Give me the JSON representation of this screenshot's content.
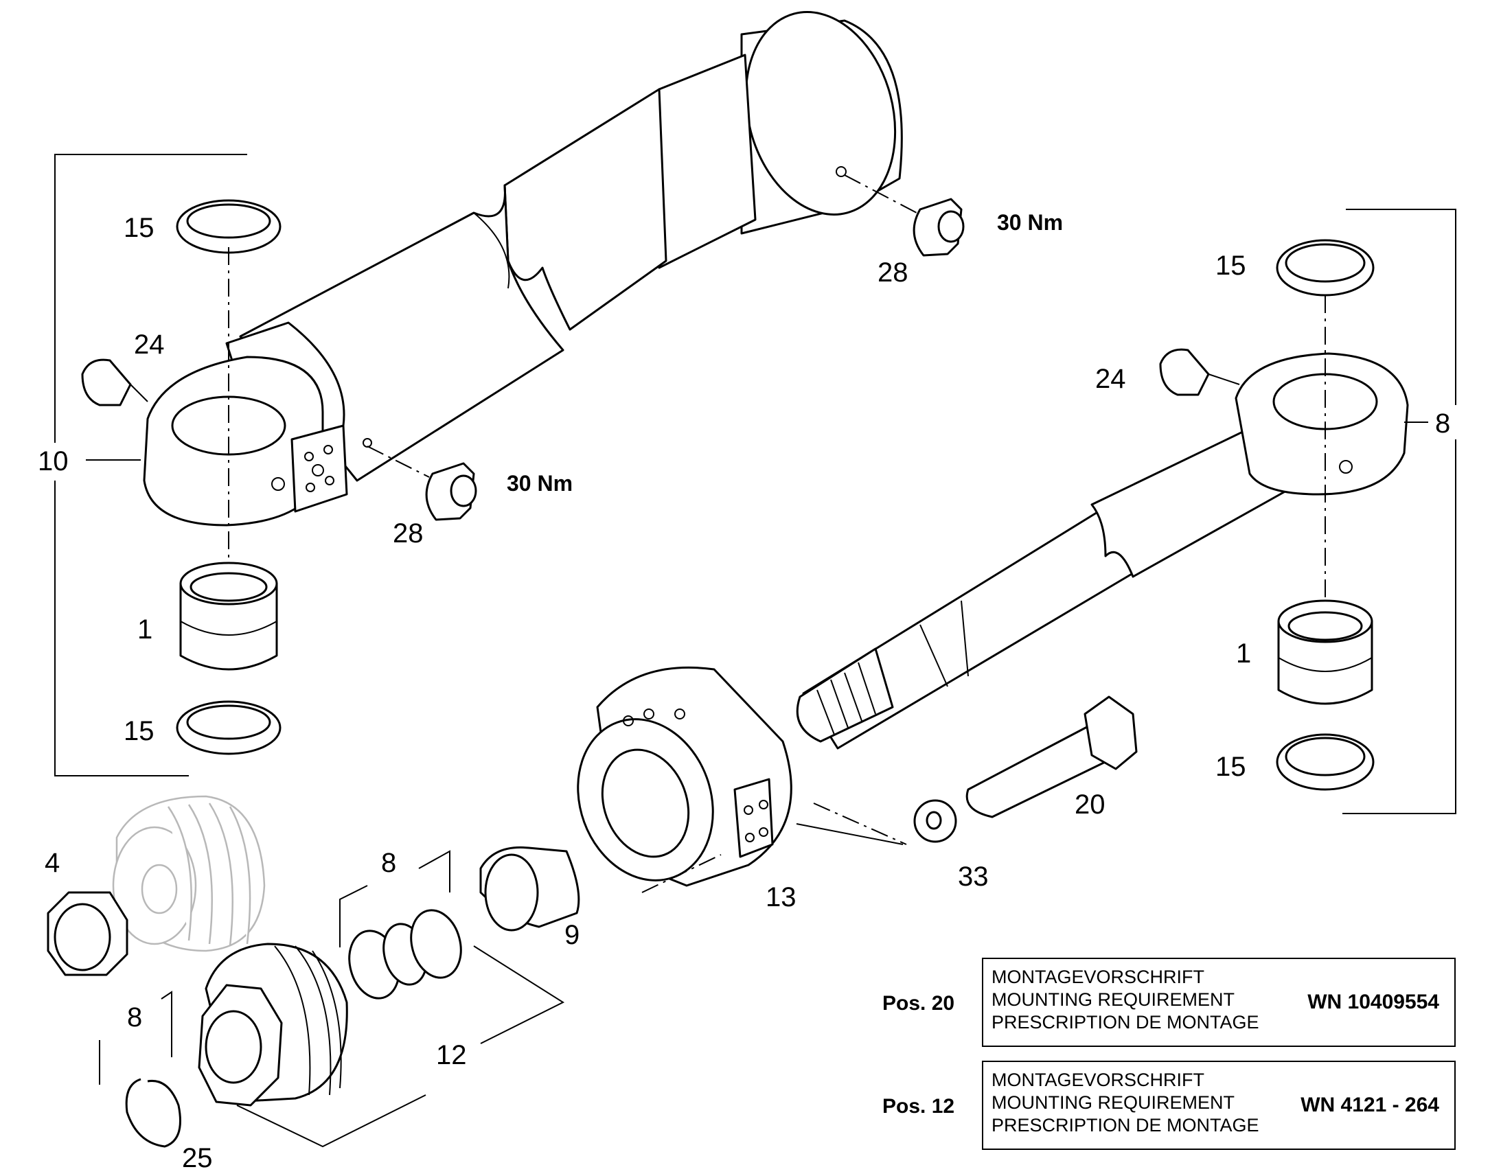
{
  "labels": {
    "bushing_left": "1",
    "bushing_right": "1",
    "nut": "4",
    "circlip_set": "8",
    "guide_set": "8",
    "rod_eye": "8",
    "guide_ring": "9",
    "cylinder_tube": "10",
    "piston_seal_set": "12",
    "piston": "13",
    "seal_ring_tl": "15",
    "seal_ring_bl": "15",
    "seal_ring_tr": "15",
    "seal_ring_br": "15",
    "bolt": "20",
    "lube_nipple_left": "24",
    "lube_nipple_right": "24",
    "circlip": "25",
    "plug_upper": "28",
    "plug_lower": "28",
    "washer": "33"
  },
  "torques": {
    "plug_upper": "30 Nm",
    "plug_lower": "30 Nm"
  },
  "notes": [
    {
      "pos": "Pos. 20",
      "lines": [
        "MONTAGEVORSCHRIFT",
        "MOUNTING REQUIREMENT",
        "PRESCRIPTION DE MONTAGE"
      ],
      "code": "WN 10409554"
    },
    {
      "pos": "Pos. 12",
      "lines": [
        "MONTAGEVORSCHRIFT",
        "MOUNTING REQUIREMENT",
        "PRESCRIPTION DE MONTAGE"
      ],
      "code": "WN 4121 - 264"
    }
  ]
}
